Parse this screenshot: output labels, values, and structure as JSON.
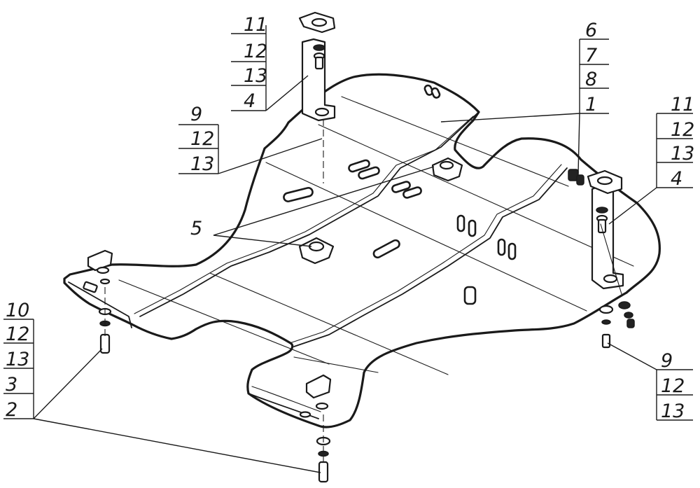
{
  "callouts": {
    "top_left_stack": [
      "11",
      "12",
      "13",
      "4"
    ],
    "left_mid_stack": [
      "9",
      "12",
      "13"
    ],
    "center_label": "5",
    "top_right_stack": [
      "6",
      "7",
      "8",
      "1"
    ],
    "right_stack": [
      "11",
      "12",
      "13",
      "4"
    ],
    "bottom_right_stack": [
      "9",
      "12",
      "13"
    ],
    "bottom_left_stack": [
      "10",
      "12",
      "13",
      "3",
      "2"
    ]
  }
}
